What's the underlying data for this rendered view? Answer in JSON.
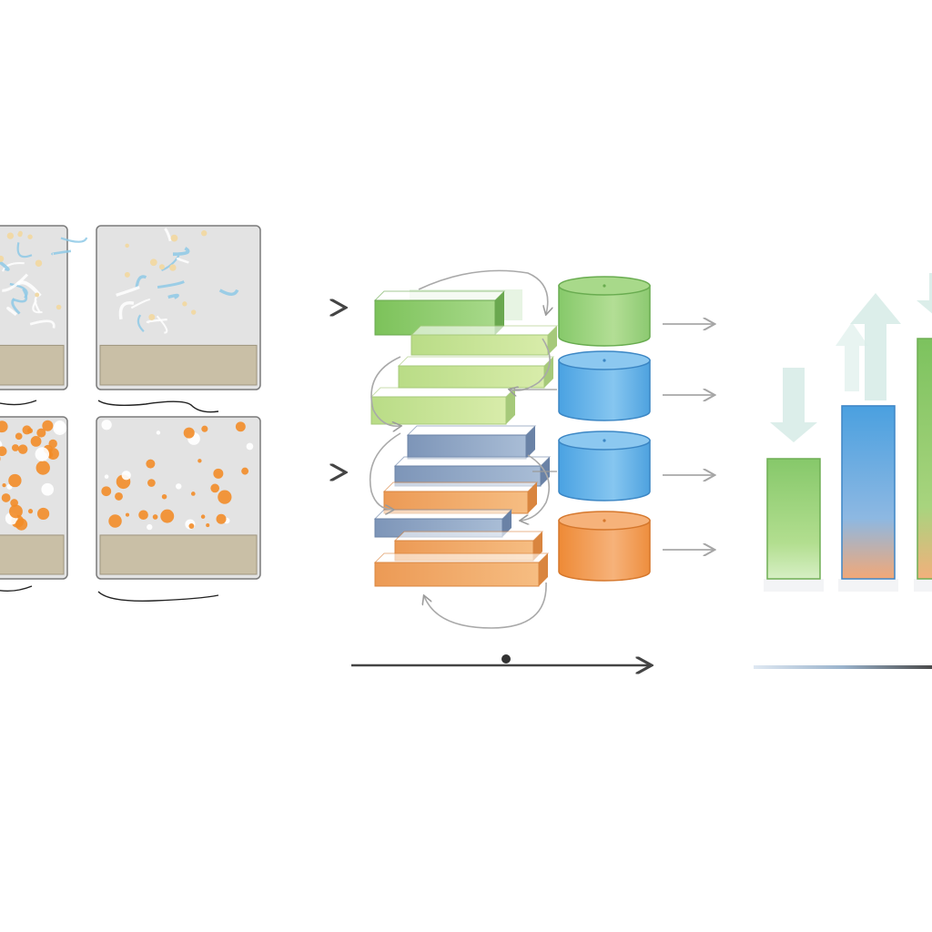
{
  "panels": [
    {
      "id": "fiber-a",
      "texture": "fibers",
      "accent": "#8ec9e6"
    },
    {
      "id": "fiber-b",
      "texture": "fibers",
      "accent": "#8ec9e6"
    },
    {
      "id": "particle-a",
      "texture": "particles",
      "accent": "#f28c28"
    },
    {
      "id": "particle-b",
      "texture": "particles",
      "accent": "#f28c28"
    }
  ],
  "panel_caption_text": [
    "",
    "",
    "",
    ""
  ],
  "colors": {
    "green": "#8fcf6e",
    "green_light": "#c6e59a",
    "blue": "#5aa9e6",
    "blue_slate": "#7f9cc4",
    "orange": "#f0a05a",
    "panel_bg": "#e3e3e3",
    "panel_border": "#7a7a7a",
    "substrate": "#c9bfa6",
    "arrow": "#555555",
    "arrow_light": "#a8a8a8"
  },
  "layer_stack": {
    "layers": [
      "green",
      "green_light",
      "green_light",
      "green_light",
      "blue_slate",
      "blue_slate",
      "orange",
      "blue_slate",
      "orange",
      "orange"
    ]
  },
  "cylinders": [
    "green",
    "blue",
    "blue",
    "orange"
  ],
  "chart_data": {
    "type": "bar",
    "categories": [
      "",
      "",
      ""
    ],
    "values": [
      0.5,
      0.72,
      1.0
    ],
    "series_colors": [
      "#8fcf6e",
      "#5aa9e6",
      "#8fcf6e"
    ],
    "trend_arrows": [
      "down",
      "up",
      "down"
    ],
    "title": "",
    "xlabel": "",
    "ylabel": "",
    "ylim": [
      0,
      1.0
    ],
    "grid": false
  }
}
